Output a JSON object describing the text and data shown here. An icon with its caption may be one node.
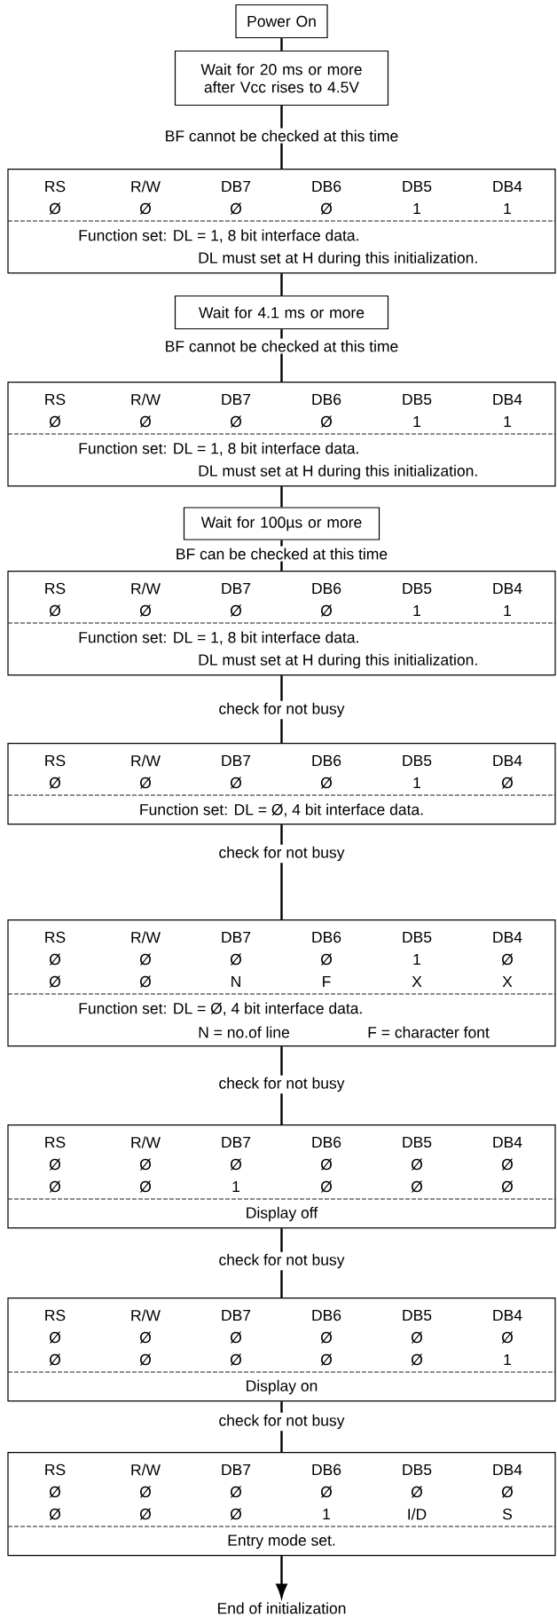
{
  "diagram": {
    "nodes": [
      {
        "text": [
          "Power On"
        ]
      },
      {
        "text": [
          "Wait for 20 ms or more after Vcc rises to 4.5V"
        ]
      },
      {
        "text": [
          "RS",
          "R/W",
          "DB7",
          "DB6",
          "DB5",
          "DB4",
          "Ø",
          "Ø",
          "Ø",
          "Ø",
          "1",
          "1",
          "Function set: DL = 1, 8 bit interface data.",
          "DL must set at H during this initialization."
        ]
      },
      {
        "text": [
          "Wait for 4.1 ms or more"
        ]
      },
      {
        "text": [
          "RS",
          "R/W",
          "DB7",
          "DB6",
          "DB5",
          "DB4",
          "Ø",
          "Ø",
          "Ø",
          "Ø",
          "1",
          "1",
          "Function set: DL = 1, 8 bit interface data.",
          "DL must set at H during this initialization."
        ]
      },
      {
        "text": [
          "Wait for 100µs or more"
        ]
      },
      {
        "text": [
          "RS",
          "R/W",
          "DB7",
          "DB6",
          "DB5",
          "DB4",
          "Ø",
          "Ø",
          "Ø",
          "Ø",
          "1",
          "1",
          "Function set: DL = 1, 8 bit interface data.",
          "DL must set at H during this initialization."
        ]
      },
      {
        "text": [
          "RS",
          "R/W",
          "DB7",
          "DB6",
          "DB5",
          "DB4",
          "Ø",
          "Ø",
          "Ø",
          "Ø",
          "1",
          "Ø",
          "Function set: DL = Ø, 4 bit interface data."
        ]
      },
      {
        "text": [
          "RS",
          "R/W",
          "DB7",
          "DB6",
          "DB5",
          "DB4",
          "Ø",
          "Ø",
          "Ø",
          "Ø",
          "1",
          "Ø",
          "Ø",
          "Ø",
          "N",
          "F",
          "X",
          "X",
          "Function set: DL = Ø, 4 bit interface data.",
          "N = no.of line",
          "F = character font"
        ]
      },
      {
        "text": [
          "RS",
          "R/W",
          "DB7",
          "DB6",
          "DB5",
          "DB4",
          "Ø",
          "Ø",
          "Ø",
          "Ø",
          "Ø",
          "Ø",
          "Ø",
          "Ø",
          "1",
          "Ø",
          "Ø",
          "Ø",
          "Display off"
        ]
      },
      {
        "text": [
          "RS",
          "R/W",
          "DB7",
          "DB6",
          "DB5",
          "DB4",
          "Ø",
          "Ø",
          "Ø",
          "Ø",
          "Ø",
          "Ø",
          "Ø",
          "Ø",
          "Ø",
          "Ø",
          "Ø",
          "1",
          "Display on"
        ]
      },
      {
        "text": [
          "RS",
          "R/W",
          "DB7",
          "DB6",
          "DB5",
          "DB4",
          "Ø",
          "Ø",
          "Ø",
          "Ø",
          "Ø",
          "Ø",
          "Ø",
          "Ø",
          "Ø",
          "1",
          "I/D",
          "S",
          "Entry mode set."
        ]
      },
      {
        "text": [
          "End of initialization"
        ]
      }
    ],
    "edges": [
      {
        "from": 0,
        "to": 1,
        "arrow": "none"
      },
      {
        "from": 1,
        "to": 2,
        "arrow": "none",
        "label": "BF cannot be checked at this time"
      },
      {
        "from": 2,
        "to": 3,
        "arrow": "none"
      },
      {
        "from": 3,
        "to": 4,
        "arrow": "none",
        "label": "BF cannot be checked at this time"
      },
      {
        "from": 4,
        "to": 5,
        "arrow": "none"
      },
      {
        "from": 5,
        "to": 6,
        "arrow": "none",
        "label": "BF can be checked at this time"
      },
      {
        "from": 6,
        "to": 7,
        "arrow": "none",
        "label": "check for not busy"
      },
      {
        "from": 7,
        "to": 8,
        "arrow": "none",
        "label": "check for not busy"
      },
      {
        "from": 8,
        "to": 9,
        "arrow": "none",
        "label": "check for not busy"
      },
      {
        "from": 9,
        "to": 10,
        "arrow": "none",
        "label": "check for not busy"
      },
      {
        "from": 10,
        "to": 11,
        "arrow": "none",
        "label": "check for not busy"
      },
      {
        "from": 11,
        "to": 12,
        "arrow": "to"
      }
    ]
  }
}
